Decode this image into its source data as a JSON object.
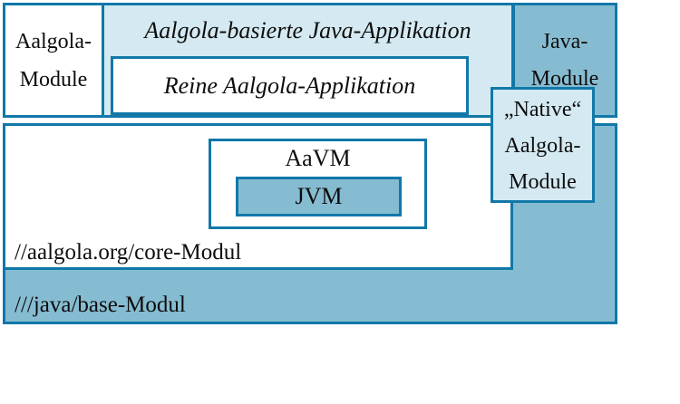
{
  "colors": {
    "border": "#1178a8",
    "light_blue_fill": "#d4e9f1",
    "medium_blue_fill": "#86bcd1",
    "white_fill": "#ffffff",
    "text": "#0d0d0d"
  },
  "boxes": {
    "aalgola_module": {
      "lines": [
        "Aalgola-",
        "Module"
      ]
    },
    "java_app": {
      "label": "Aalgola-basierte Java-Applikation"
    },
    "reine_app": {
      "label": "Reine Aalgola-Applikation"
    },
    "java_module": {
      "lines": [
        "Java-",
        "Module"
      ]
    },
    "native_module": {
      "lines": [
        "„Native“",
        "Aalgola-",
        "Module"
      ]
    },
    "aavm": {
      "label": "AaVM"
    },
    "jvm": {
      "label": "JVM"
    },
    "core_module": {
      "label": "//aalgola.org/core-Modul"
    },
    "base_module": {
      "label": "///java/base-Modul"
    }
  }
}
